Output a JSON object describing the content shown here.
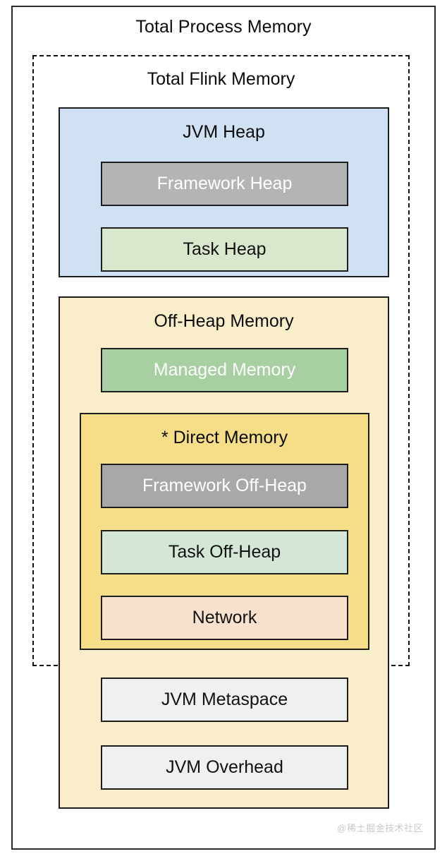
{
  "diagram": {
    "title": "Total Process Memory",
    "flink_region": "Total Flink Memory",
    "jvm_heap": {
      "label": "JVM Heap",
      "children": [
        {
          "label": "Framework Heap",
          "color": "#b4b4b4",
          "text_color": "#ffffff"
        },
        {
          "label": "Task Heap",
          "color": "#d9e7cd",
          "text_color": "#111111"
        }
      ]
    },
    "off_heap": {
      "label": "Off-Heap Memory",
      "color": "#faedc9",
      "children": [
        {
          "label": "Managed Memory",
          "color": "#a8cfa2",
          "text_color": "#ffffff"
        }
      ],
      "direct_memory": {
        "label": "* Direct Memory",
        "color": "#f6dd88",
        "children": [
          {
            "label": "Framework Off-Heap",
            "color": "#a8a8a8",
            "text_color": "#ffffff"
          },
          {
            "label": "Task Off-Heap",
            "color": "#d4e7d7",
            "text_color": "#111111"
          },
          {
            "label": "Network",
            "color": "#f8e2cd",
            "text_color": "#111111"
          }
        ]
      },
      "outside_flink_children": [
        {
          "label": "JVM Metaspace",
          "color": "#eff0f2",
          "text_color": "#111111"
        },
        {
          "label": "JVM Overhead",
          "color": "#eff0f2",
          "text_color": "#111111"
        }
      ]
    },
    "colors": {
      "jvm_heap_fill": "#cfe1f3",
      "border": "#1d1d1d",
      "outer_frame": "#2b2b2b",
      "background": "#ffffff"
    }
  },
  "watermark": "@稀土掘金技术社区"
}
